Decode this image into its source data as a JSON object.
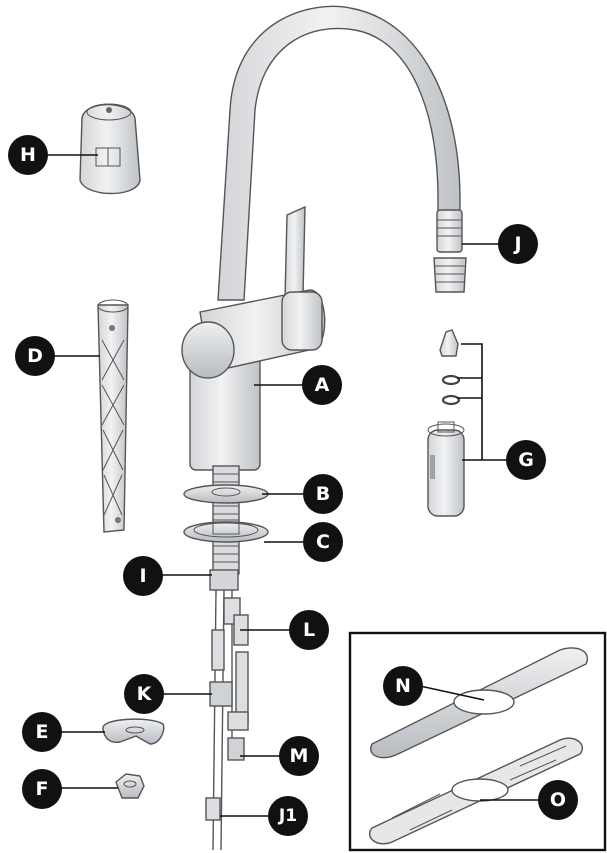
{
  "callouts": {
    "A": "A",
    "B": "B",
    "C": "C",
    "D": "D",
    "E": "E",
    "F": "F",
    "G": "G",
    "H": "H",
    "I": "I",
    "J": "J",
    "J1": "J1",
    "K": "K",
    "L": "L",
    "M": "M",
    "N": "N",
    "O": "O"
  },
  "colors": {
    "callout_fill": "#111111",
    "callout_text": "#ffffff",
    "part_fill": "#e6e7e9",
    "part_shade": "#b9bcc1",
    "outline": "#555555"
  }
}
